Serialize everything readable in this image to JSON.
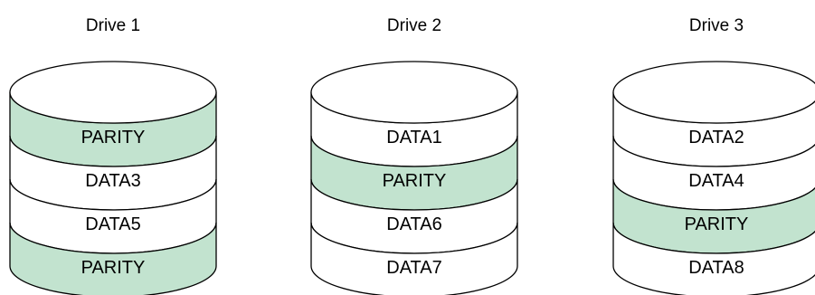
{
  "colors": {
    "parity_fill": "#c2e3cf",
    "data_fill": "#ffffff",
    "stroke": "#000000"
  },
  "drives": [
    {
      "title": "Drive 1",
      "segments": [
        {
          "label": "PARITY",
          "kind": "parity"
        },
        {
          "label": "DATA3",
          "kind": "data"
        },
        {
          "label": "DATA5",
          "kind": "data"
        },
        {
          "label": "PARITY",
          "kind": "parity"
        }
      ]
    },
    {
      "title": "Drive 2",
      "segments": [
        {
          "label": "DATA1",
          "kind": "data"
        },
        {
          "label": "PARITY",
          "kind": "parity"
        },
        {
          "label": "DATA6",
          "kind": "data"
        },
        {
          "label": "DATA7",
          "kind": "data"
        }
      ]
    },
    {
      "title": "Drive 3",
      "segments": [
        {
          "label": "DATA2",
          "kind": "data"
        },
        {
          "label": "DATA4",
          "kind": "data"
        },
        {
          "label": "PARITY",
          "kind": "parity"
        },
        {
          "label": "DATA8",
          "kind": "data"
        }
      ]
    }
  ]
}
